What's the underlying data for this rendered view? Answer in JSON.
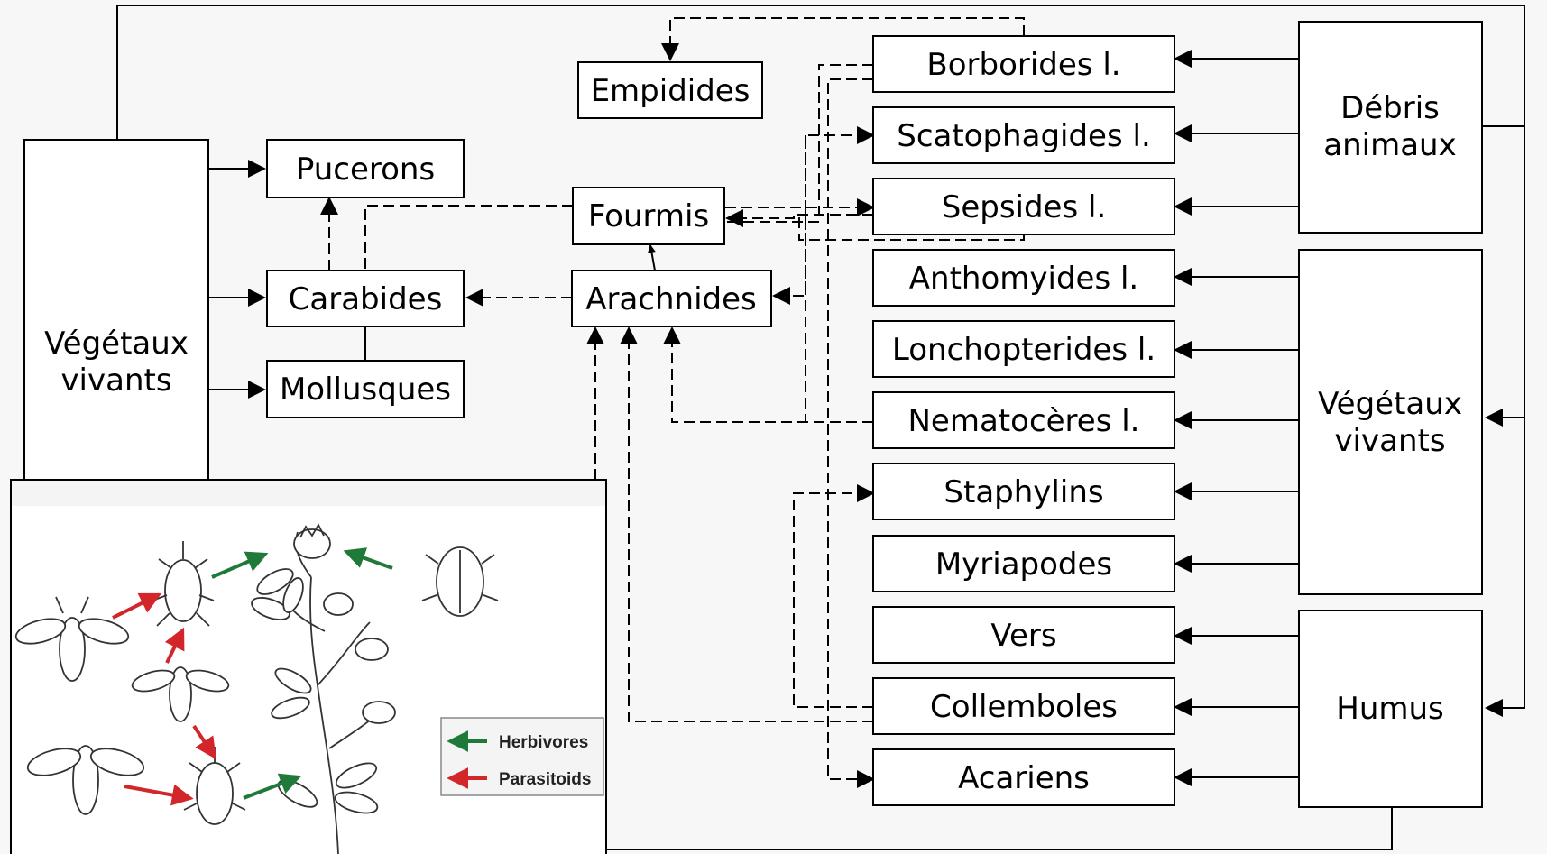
{
  "colors": {
    "background": "#f7f7f7",
    "herbivore_arrow": "#1f7a3a",
    "parasitoid_arrow": "#d2262b"
  },
  "nodes": {
    "vegetaux_left": "Végétaux vivants",
    "pucerons": "Pucerons",
    "carabides": "Carabides",
    "mollusques": "Mollusques",
    "empidides": "Empidides",
    "fourmis": "Fourmis",
    "arachnides": "Arachnides",
    "borborides": "Borborides l.",
    "scatophagides": "Scatophagides l.",
    "sepsides": "Sepsides l.",
    "anthomyides": "Anthomyides l.",
    "lonchopterides": "Lonchopterides l.",
    "nematoceres": "Nematocères l.",
    "staphylins": "Staphylins",
    "myriapodes": "Myriapodes",
    "vers": "Vers",
    "collemboles": "Collemboles",
    "acariens": "Acariens",
    "debris_animaux": "Débris animaux",
    "vegetaux_right": "Végétaux vivants",
    "humus": "Humus"
  },
  "inset_legend": {
    "herbivores": "Herbivores",
    "parasitoids": "Parasitoids"
  }
}
